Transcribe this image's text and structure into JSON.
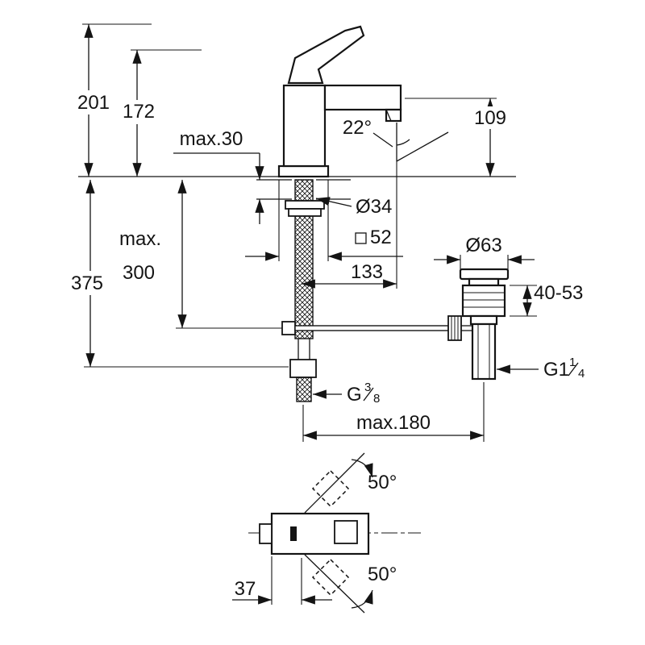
{
  "colors": {
    "line": "#141414",
    "background": "#ffffff"
  },
  "labels": {
    "height_201": "201",
    "height_172": "172",
    "deck_thickness": "max.30",
    "spout_angle": "22°",
    "spout_height_109": "109",
    "hole_diameter": "Ø34",
    "max_word": "max.",
    "depth_300": "300",
    "depth_375": "375",
    "escutcheon_square": "52",
    "projection_133": "133",
    "waste_diameter": "Ø63",
    "clamp_range": "40-53",
    "supply_thread": {
      "base": "G",
      "num": "3",
      "den": "8"
    },
    "waste_thread": {
      "base": "G1",
      "num": "1",
      "den": "4"
    },
    "center_distance": "max.180",
    "handle_angle_up": "50°",
    "handle_angle_down": "50°",
    "offset_37": "37"
  }
}
